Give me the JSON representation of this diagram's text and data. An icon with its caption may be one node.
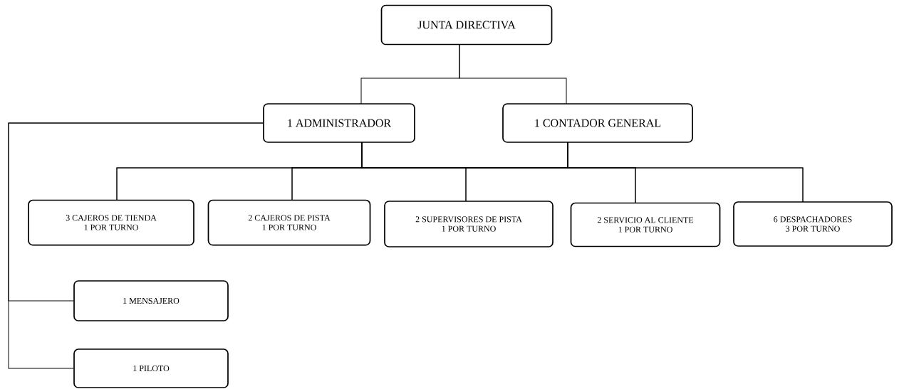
{
  "diagram": {
    "nodes": [
      {
        "text": [
          "JUNTA DIRECTIVA"
        ]
      },
      {
        "text": [
          "1 ADMINISTRADOR"
        ]
      },
      {
        "text": [
          "1 CONTADOR GENERAL"
        ]
      },
      {
        "text": [
          "3 CAJEROS DE TIENDA",
          "1 POR TURNO"
        ]
      },
      {
        "text": [
          "2 CAJEROS DE PISTA",
          "1 POR TURNO"
        ]
      },
      {
        "text": [
          "2 SUPERVISORES DE PISTA",
          "1 POR TURNO"
        ]
      },
      {
        "text": [
          "2 SERVICIO AL CLIENTE",
          "1 POR TURNO"
        ]
      },
      {
        "text": [
          "6 DESPACHADORES",
          "3 POR TURNO"
        ]
      },
      {
        "text": [
          "1 MENSAJERO"
        ]
      },
      {
        "text": [
          "1 PILOTO"
        ]
      }
    ],
    "edges": [
      {
        "from": 0,
        "to": 1,
        "arrow": "none"
      },
      {
        "from": 0,
        "to": 2,
        "arrow": "none"
      },
      {
        "from": 1,
        "to": 3,
        "arrow": "none"
      },
      {
        "from": 1,
        "to": 4,
        "arrow": "none"
      },
      {
        "from": 1,
        "to": 5,
        "arrow": "none"
      },
      {
        "from": 1,
        "to": 6,
        "arrow": "none"
      },
      {
        "from": 1,
        "to": 7,
        "arrow": "none"
      },
      {
        "from": 2,
        "to": 3,
        "arrow": "none"
      },
      {
        "from": 2,
        "to": 4,
        "arrow": "none"
      },
      {
        "from": 2,
        "to": 5,
        "arrow": "none"
      },
      {
        "from": 2,
        "to": 6,
        "arrow": "none"
      },
      {
        "from": 2,
        "to": 7,
        "arrow": "none"
      },
      {
        "from": 1,
        "to": 8,
        "arrow": "none"
      },
      {
        "from": 1,
        "to": 9,
        "arrow": "none"
      }
    ]
  }
}
